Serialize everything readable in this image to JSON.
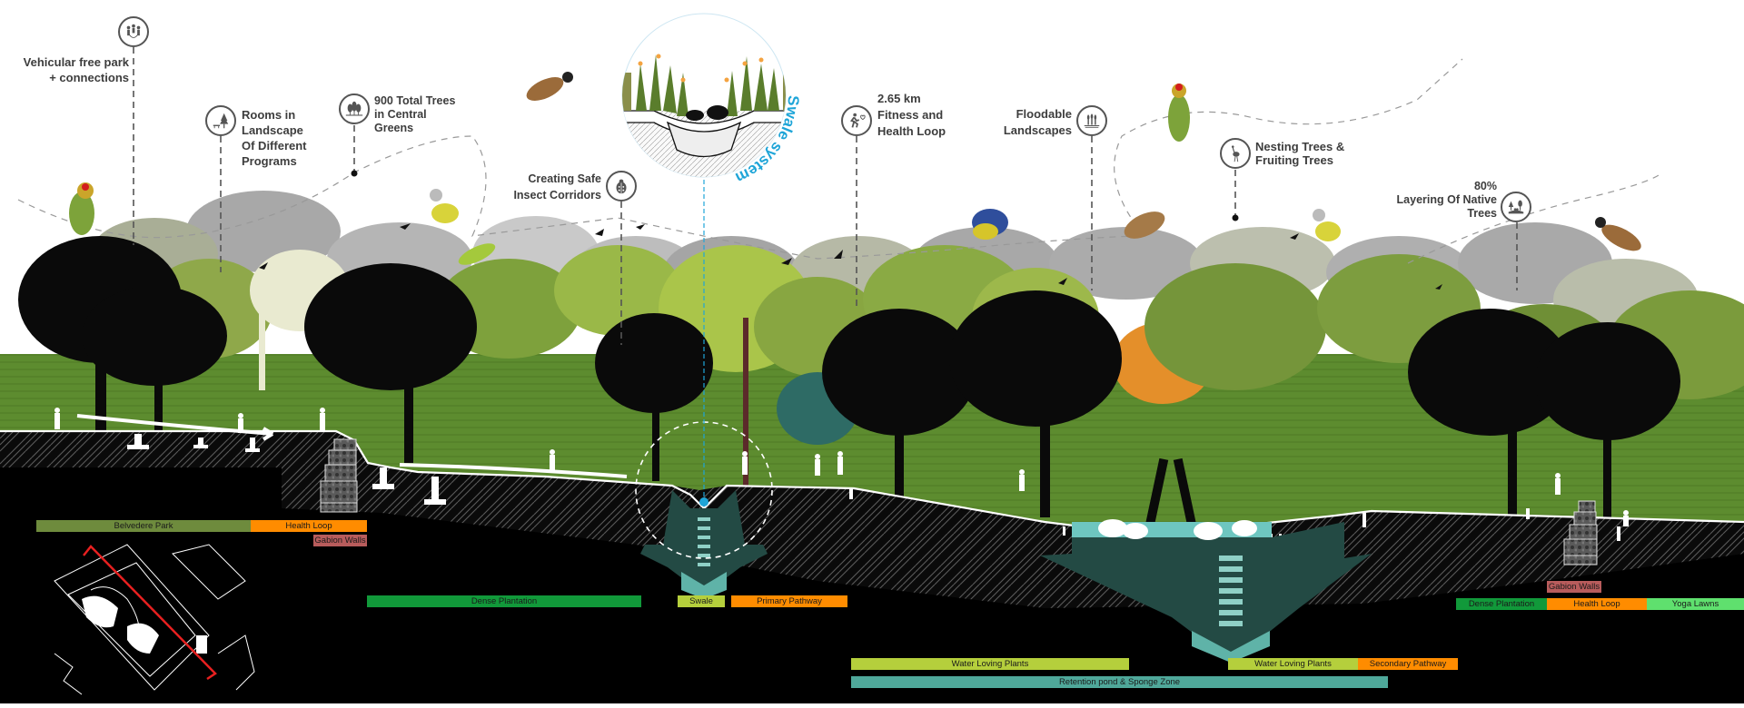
{
  "title": "Park Section — Swale System & Retention Pond",
  "callouts": [
    {
      "id": "vehicular",
      "icon": "family-jump-rope-icon",
      "lines": [
        "Vehicular free park",
        "+ connections"
      ]
    },
    {
      "id": "rooms",
      "icon": "tree-bench-icon",
      "lines": [
        "Rooms in",
        "Landscape",
        "Of Different",
        "Programs"
      ]
    },
    {
      "id": "trees",
      "icon": "tree-cluster-icon",
      "lines": [
        "900 Total Trees",
        "in Central",
        "Greens"
      ]
    },
    {
      "id": "insect",
      "icon": "ladybug-icon",
      "lines": [
        "Creating Safe",
        "Insect Corridors"
      ]
    },
    {
      "id": "fitness",
      "icon": "runner-heart-icon",
      "lines": [
        "2.65 km",
        "Fitness and",
        "Health Loop"
      ]
    },
    {
      "id": "floodable",
      "icon": "reeds-water-icon",
      "lines": [
        "Floodable",
        "Landscapes"
      ]
    },
    {
      "id": "nesting",
      "icon": "crane-bird-icon",
      "lines": [
        "Nesting Trees &",
        "Fruiting Trees"
      ]
    },
    {
      "id": "native",
      "icon": "native-trees-icon",
      "lines": [
        "80%",
        "Layering Of Native",
        "Trees"
      ]
    }
  ],
  "swale_detail": {
    "label": "Swale system"
  },
  "zone_bars": [
    {
      "label": "Belvedere Park",
      "color": "#6e8b3d"
    },
    {
      "label": "Health Loop",
      "color": "#ff8c00"
    },
    {
      "label": "Gabion Walls",
      "color": "#b85c5c"
    },
    {
      "label": "Dense Plantation",
      "color": "#11993a"
    },
    {
      "label": "Swale",
      "color": "#b5cf3c"
    },
    {
      "label": "Primary Pathway",
      "color": "#ff8c00"
    },
    {
      "label": "Water Loving Plants",
      "color": "#b5cf3c"
    },
    {
      "label": "Retention pond & Sponge Zone",
      "color": "#4fa89a"
    },
    {
      "label": "Water Loving Plants",
      "color": "#b5cf3c"
    },
    {
      "label": "Secondary Pathway",
      "color": "#ff8c00"
    },
    {
      "label": "Gabion Walls",
      "color": "#b85c5c"
    },
    {
      "label": "Dense Plantation",
      "color": "#11993a"
    },
    {
      "label": "Health Loop",
      "color": "#ff8c00"
    },
    {
      "label": "Yoga Lawns",
      "color": "#5fe06e"
    }
  ],
  "key_plan": {
    "label": "key-plan",
    "section_line_color": "#e82020"
  },
  "colors": {
    "ground": "#000000",
    "pond": "#234a44",
    "water_accent": "#5fb3a8",
    "water_surface": "#6ec6c0",
    "lawn": "#5e8c2e",
    "swale_blue": "#1ea5d8",
    "callout_text": "#3d3d3d"
  }
}
